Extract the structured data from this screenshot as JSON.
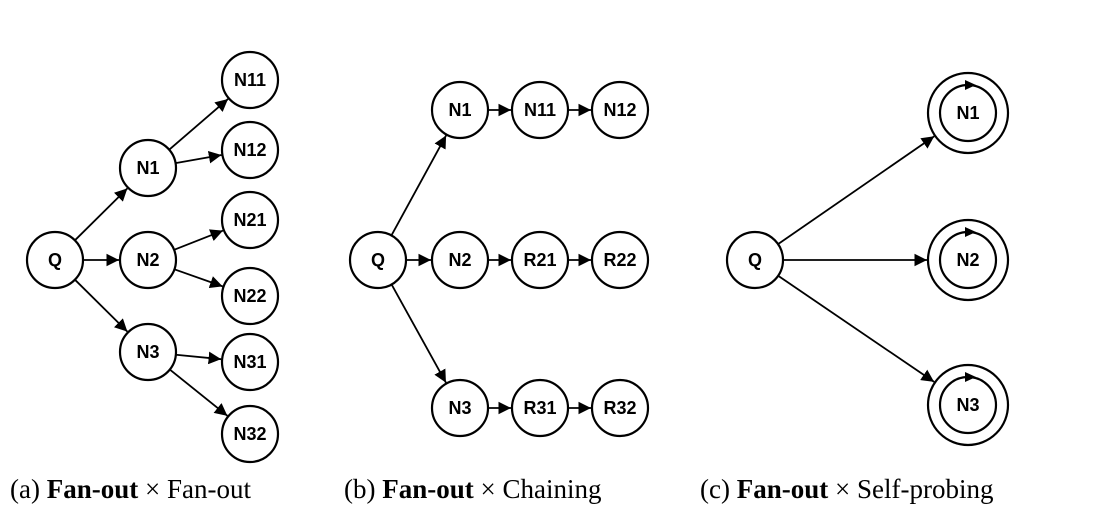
{
  "diagrams": [
    {
      "id": "a",
      "caption": {
        "prefix": "(a) ",
        "bold": "Fan-out",
        "times": "×",
        "rest": " Fan-out"
      },
      "nodes": [
        {
          "id": "Q",
          "label": "Q"
        },
        {
          "id": "N1",
          "label": "N1"
        },
        {
          "id": "N2",
          "label": "N2"
        },
        {
          "id": "N3",
          "label": "N3"
        },
        {
          "id": "N11",
          "label": "N11"
        },
        {
          "id": "N12",
          "label": "N12"
        },
        {
          "id": "N21",
          "label": "N21"
        },
        {
          "id": "N22",
          "label": "N22"
        },
        {
          "id": "N31",
          "label": "N31"
        },
        {
          "id": "N32",
          "label": "N32"
        }
      ],
      "edges": [
        [
          "Q",
          "N1"
        ],
        [
          "Q",
          "N2"
        ],
        [
          "Q",
          "N3"
        ],
        [
          "N1",
          "N11"
        ],
        [
          "N1",
          "N12"
        ],
        [
          "N2",
          "N21"
        ],
        [
          "N2",
          "N22"
        ],
        [
          "N3",
          "N31"
        ],
        [
          "N3",
          "N32"
        ]
      ]
    },
    {
      "id": "b",
      "caption": {
        "prefix": "(b) ",
        "bold": "Fan-out",
        "times": "×",
        "rest": " Chaining"
      },
      "nodes": [
        {
          "id": "Q",
          "label": "Q"
        },
        {
          "id": "N1",
          "label": "N1"
        },
        {
          "id": "N2",
          "label": "N2"
        },
        {
          "id": "N3",
          "label": "N3"
        },
        {
          "id": "N11",
          "label": "N11"
        },
        {
          "id": "N12",
          "label": "N12"
        },
        {
          "id": "R21",
          "label": "R21"
        },
        {
          "id": "R22",
          "label": "R22"
        },
        {
          "id": "R31",
          "label": "R31"
        },
        {
          "id": "R32",
          "label": "R32"
        }
      ],
      "edges": [
        [
          "Q",
          "N1"
        ],
        [
          "Q",
          "N2"
        ],
        [
          "Q",
          "N3"
        ],
        [
          "N1",
          "N11"
        ],
        [
          "N11",
          "N12"
        ],
        [
          "N2",
          "R21"
        ],
        [
          "R21",
          "R22"
        ],
        [
          "N3",
          "R31"
        ],
        [
          "R31",
          "R32"
        ]
      ]
    },
    {
      "id": "c",
      "caption": {
        "prefix": "(c) ",
        "bold": "Fan-out",
        "times": "×",
        "rest": " Self-probing"
      },
      "nodes": [
        {
          "id": "Q",
          "label": "Q"
        },
        {
          "id": "N1",
          "label": "N1",
          "self_loop": true
        },
        {
          "id": "N2",
          "label": "N2",
          "self_loop": true
        },
        {
          "id": "N3",
          "label": "N3",
          "self_loop": true
        }
      ],
      "edges": [
        [
          "Q",
          "N1"
        ],
        [
          "Q",
          "N2"
        ],
        [
          "Q",
          "N3"
        ]
      ]
    }
  ]
}
